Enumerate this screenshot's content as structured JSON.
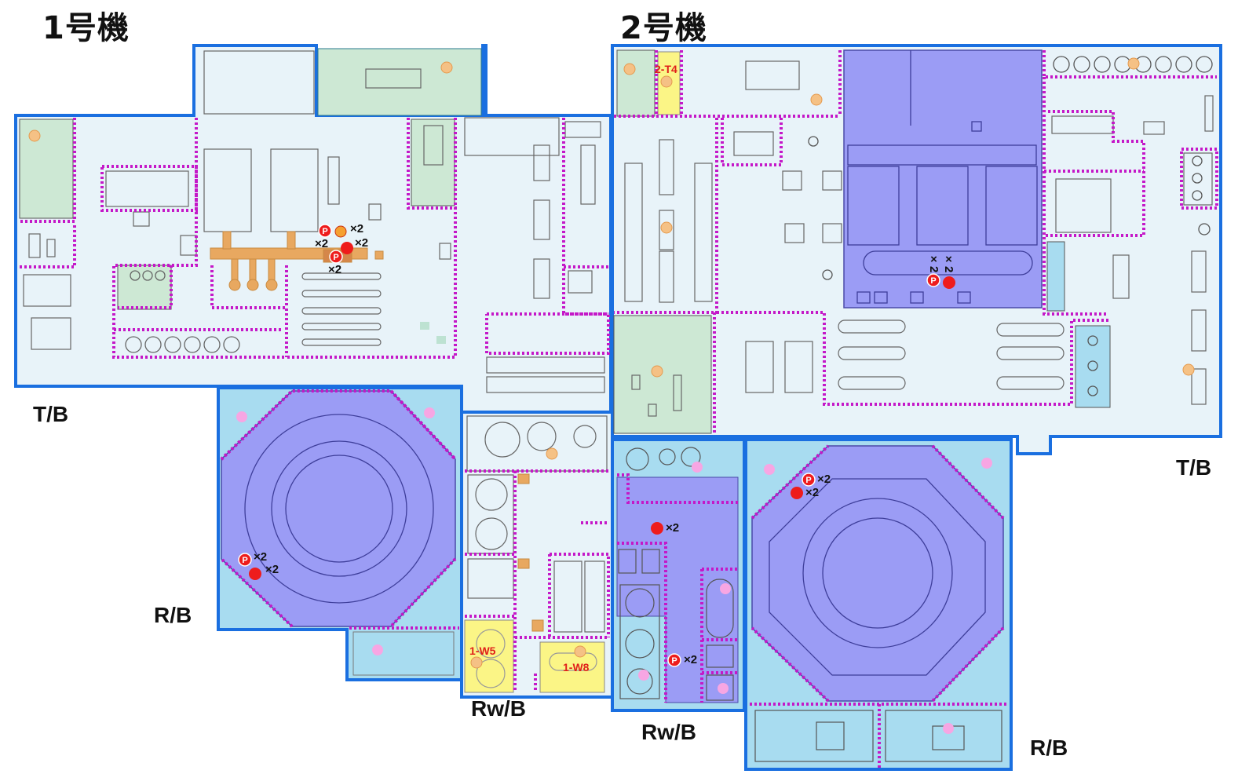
{
  "titles": {
    "unit1": "1号機",
    "unit2": "2号機"
  },
  "buildings": {
    "unit1_tb": "T/B",
    "unit1_rb": "R/B",
    "unit1_rwb": "Rw/B",
    "unit2_tb": "T/B",
    "unit2_rb": "R/B",
    "unit2_rwb": "Rw/B"
  },
  "tanks": {
    "t4": "2-T4",
    "w5": "1-W5",
    "w8": "1-W8"
  },
  "marker_glyph": "P",
  "counts": {
    "u1tb_a": "×2",
    "u1tb_b": "×2",
    "u1tb_c": "×2",
    "u1tb_d": "×2",
    "u1rb_a": "×2",
    "u1rb_b": "×2",
    "u2tb_a": "×2",
    "u2tb_b": "×2",
    "u2rwb_a": "×2",
    "u2rwb_b": "×2",
    "u2rb_a": "×2",
    "u2rb_b": "×2"
  },
  "colors": {
    "outline": "#1a6fe0",
    "floor": "#e6f2f8",
    "partition": "#c418c8",
    "flooded_area": "#9b9cf5",
    "cyan_room": "#a8dcf0",
    "green_room": "#cfe8d0",
    "yellow_room": "#fbf586",
    "orange_piping": "#e8a860",
    "marker_red": "#ee1c1c",
    "pink_dot": "#f7a6e3"
  }
}
